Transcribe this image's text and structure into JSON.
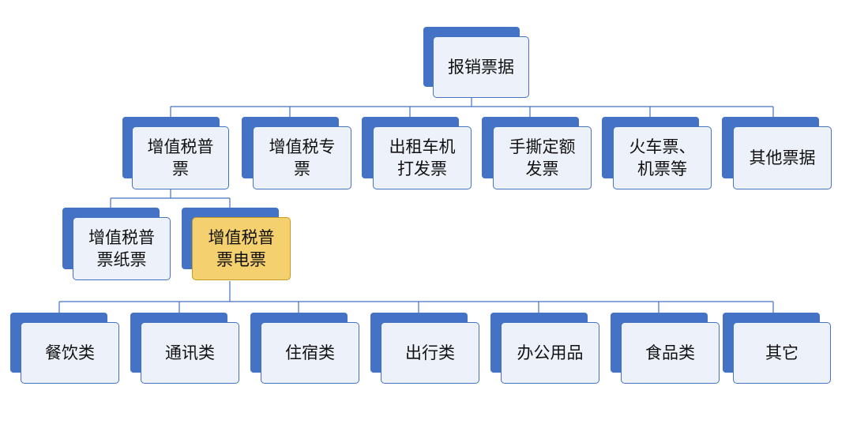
{
  "root": {
    "label": "报销票据"
  },
  "level1": [
    {
      "label": "增值税普\n票"
    },
    {
      "label": "增值税专\n票"
    },
    {
      "label": "出租车机\n打发票"
    },
    {
      "label": "手撕定额\n发票"
    },
    {
      "label": "火车票、\n机票等"
    },
    {
      "label": "其他票据"
    }
  ],
  "level2": [
    {
      "label": "增值税普\n票纸票"
    },
    {
      "label": "增值税普\n票电票"
    }
  ],
  "level3": [
    {
      "label": "餐饮类"
    },
    {
      "label": "通讯类"
    },
    {
      "label": "住宿类"
    },
    {
      "label": "出行类"
    },
    {
      "label": "办公用品"
    },
    {
      "label": "食品类"
    },
    {
      "label": "其它"
    }
  ],
  "colors": {
    "connector": "#4472c4",
    "shadow": "#4472c4",
    "card_fill": "#edf2fa",
    "highlight_fill": "#f5d06e"
  }
}
